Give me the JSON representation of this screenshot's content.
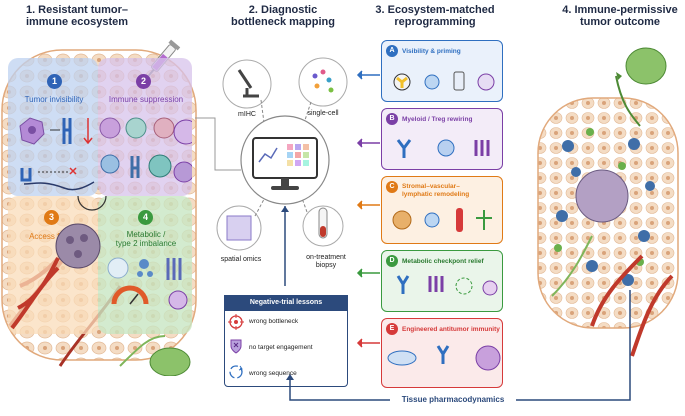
{
  "columns": {
    "c1": "1. Resistant tumor–\nimmune ecosystem",
    "c2": "2. Diagnostic\nbottleneck mapping",
    "c3": "3. Ecosystem-matched\nreprogramming",
    "c4": "4. Immune-permissive\ntumor outcome"
  },
  "quadrants": [
    {
      "num": "1",
      "label": "Tumor invisibility"
    },
    {
      "num": "2",
      "label": "Immune suppression"
    },
    {
      "num": "3",
      "label": "Access failure"
    },
    {
      "num": "4",
      "label": "Metabolic /\ntype 2 imbalance"
    }
  ],
  "diagnostics": {
    "mihc": "mIHC",
    "single_cell": "single-cell",
    "spatial": "spatial omics",
    "biopsy": "on-treatment\nbiopsy"
  },
  "lessons": {
    "title": "Negative-trial lessons",
    "items": [
      "wrong bottleneck",
      "no target engagement",
      "wrong sequence"
    ]
  },
  "strategies": [
    {
      "letter": "A",
      "label": "Visibility & priming"
    },
    {
      "letter": "B",
      "label": "Myeloid / Treg rewiring"
    },
    {
      "letter": "C",
      "label": "Stromal–vascular–\nlymphatic remodeling"
    },
    {
      "letter": "D",
      "label": "Metabolic checkpont relief"
    },
    {
      "letter": "E",
      "label": "Engineered antitumor immunity"
    }
  ],
  "footer": "Tissue pharmacodynamics",
  "colors": {
    "q1": "#2f63b6",
    "q2": "#7b3fa6",
    "q3": "#e07a16",
    "q4": "#3a9a3f",
    "A": "#2f6fc0",
    "B": "#7b3fa6",
    "C": "#e07a16",
    "D": "#3a9a3f",
    "E": "#d63a3a",
    "title": "#1f2a44",
    "navy": "#2c4a7c"
  }
}
